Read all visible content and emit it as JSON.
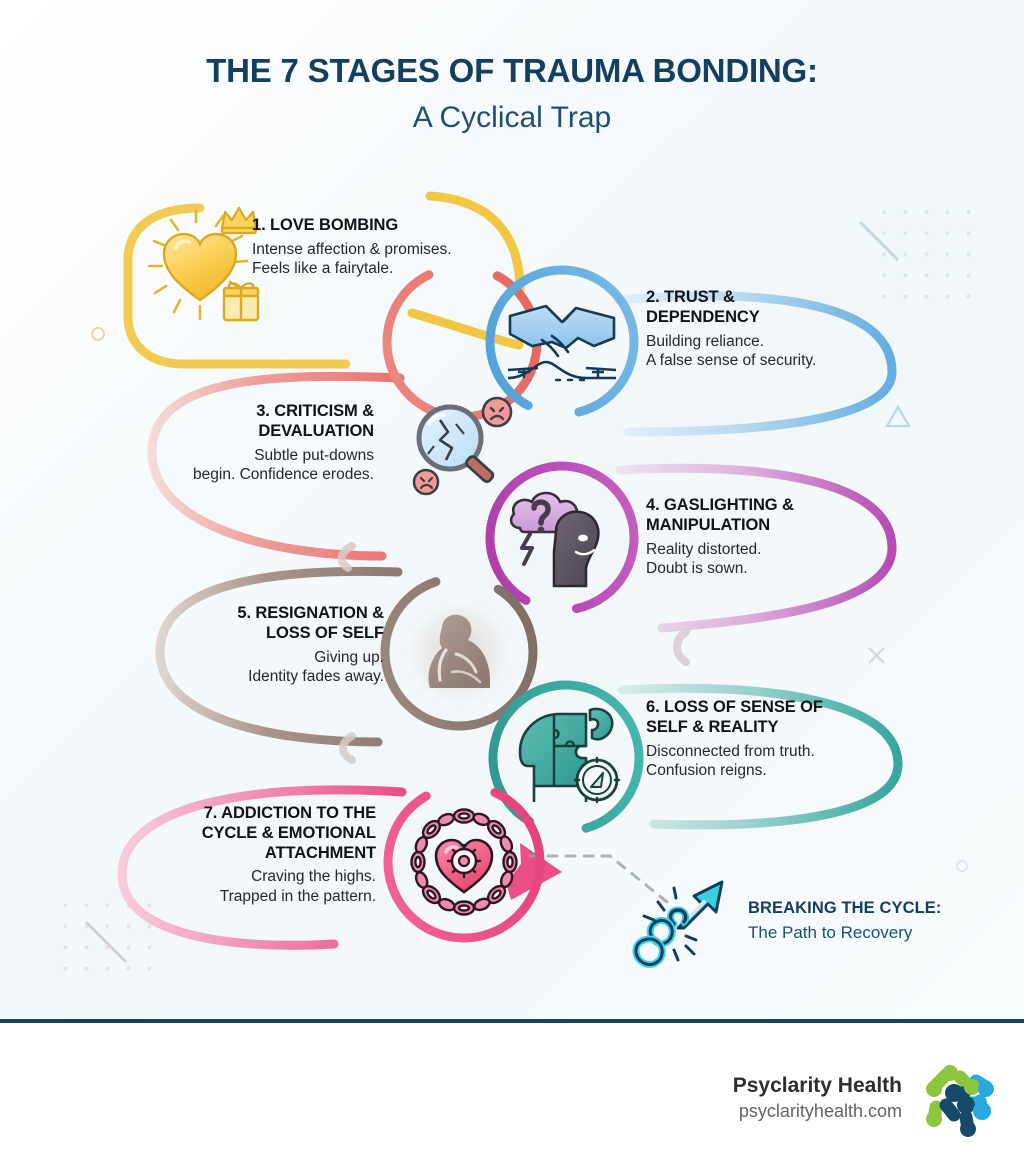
{
  "header": {
    "title": "THE 7 STAGES OF TRAUMA BONDING:",
    "subtitle": "A Cyclical Trap"
  },
  "colors": {
    "ink": "#12405e",
    "stage1": "#f2c744",
    "stage2": "#64addf",
    "stage3": "#e8736e",
    "stage4": "#b74bb4",
    "stage5": "#8d7a72",
    "stage6": "#35a79c",
    "stage7": "#ec4f86",
    "breaking": "#3fd3e8",
    "footer_rule": "#13415f",
    "logo_green": "#8cc63e",
    "logo_navy": "#154a6b",
    "logo_blue": "#29a8df"
  },
  "stages": [
    {
      "number": "1",
      "title": "1. LOVE BOMBING",
      "desc_line1": "Intense affection & promises.",
      "desc_line2": "Feels like a fairytale.",
      "icon": "glowing-heart-crown-gift-icon",
      "accent": "#f2c744",
      "side": "right"
    },
    {
      "number": "2",
      "title": "2. TRUST &",
      "title_line2": "DEPENDENCY",
      "desc_line1": "Building reliance.",
      "desc_line2": "A false sense of security.",
      "icon": "handshake-bridge-icon",
      "accent": "#64addf",
      "side": "right"
    },
    {
      "number": "3",
      "title": "3. CRITICISM &",
      "title_line2": "DEVALUATION",
      "desc_line1": "Subtle put-downs",
      "desc_line2": "begin. Confidence erodes.",
      "icon": "magnifier-cracked-sad-faces-icon",
      "accent": "#e8736e",
      "side": "left"
    },
    {
      "number": "4",
      "title": "4. GASLIGHTING &",
      "title_line2": "MANIPULATION",
      "desc_line1": "Reality distorted.",
      "desc_line2": "Doubt is sown.",
      "icon": "storm-cloud-question-head-icon",
      "accent": "#b74bb4",
      "side": "right"
    },
    {
      "number": "5",
      "title": "5. RESIGNATION &",
      "title_line2": "LOSS OF SELF",
      "desc_line1": "Giving up.",
      "desc_line2": "Identity fades away.",
      "icon": "curled-up-person-icon",
      "accent": "#8d7a72",
      "side": "left"
    },
    {
      "number": "6",
      "title": "6. LOSS OF SENSE OF",
      "title_line2": "SELF & REALITY",
      "desc_line1": "Disconnected from truth.",
      "desc_line2": "Confusion reigns.",
      "icon": "puzzle-head-compass-icon",
      "accent": "#35a79c",
      "side": "right"
    },
    {
      "number": "7",
      "title": "7. ADDICTION TO THE",
      "title_line2": "CYCLE & EMOTIONAL",
      "title_line3": "ATTACHMENT",
      "desc_line1": "Craving the highs.",
      "desc_line2": "Trapped in the pattern.",
      "icon": "chained-heart-gear-icon",
      "accent": "#ec4f86",
      "side": "left"
    }
  ],
  "breaking": {
    "icon": "broken-chain-arrow-icon",
    "title": "BREAKING THE CYCLE:",
    "subtitle": "The Path to Recovery"
  },
  "footer": {
    "brand_name": "Psyclarity Health",
    "brand_url": "psyclarityhealth.com",
    "logo": "psyclarity-molecule-logo"
  }
}
